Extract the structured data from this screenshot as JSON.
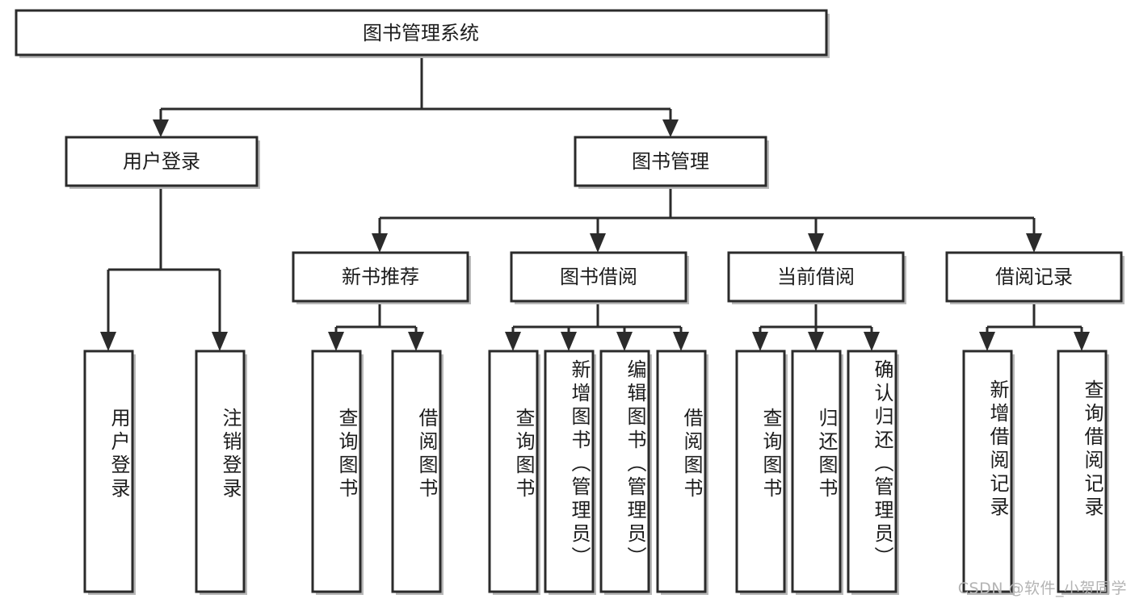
{
  "diagram": {
    "type": "tree-flowchart",
    "orientation": "top-down",
    "title": "图书管理系统",
    "watermark": "CSDN @软件_小贺同学",
    "colors": {
      "node_fill": "#ffffff",
      "node_stroke": "#2b2b2b",
      "edge": "#2b2b2b",
      "text": "#1c1c1c",
      "watermark": "#b4b4b4",
      "background": "#ffffff"
    },
    "levels": {
      "root": {
        "label": "图书管理系统"
      },
      "level2": [
        {
          "id": "user-login",
          "label": "用户登录"
        },
        {
          "id": "book-management",
          "label": "图书管理"
        }
      ],
      "level3": [
        {
          "id": "new-book-recommend",
          "label": "新书推荐",
          "parent": "book-management"
        },
        {
          "id": "book-borrow",
          "label": "图书借阅",
          "parent": "book-management"
        },
        {
          "id": "current-borrow",
          "label": "当前借阅",
          "parent": "book-management"
        },
        {
          "id": "borrow-record",
          "label": "借阅记录",
          "parent": "book-management"
        }
      ],
      "leaves": [
        {
          "id": "leaf-user-login",
          "label": "用户登录",
          "parent": "user-login"
        },
        {
          "id": "leaf-logout-login",
          "label": "注销登录",
          "parent": "user-login"
        },
        {
          "id": "leaf-query-book-1",
          "label": "查询图书",
          "parent": "new-book-recommend"
        },
        {
          "id": "leaf-borrow-book-1",
          "label": "借阅图书",
          "parent": "new-book-recommend"
        },
        {
          "id": "leaf-query-book-2",
          "label": "查询图书",
          "parent": "book-borrow"
        },
        {
          "id": "leaf-add-book",
          "label": "新增图书（管理员）",
          "parent": "book-borrow"
        },
        {
          "id": "leaf-edit-book",
          "label": "编辑图书（管理员）",
          "parent": "book-borrow"
        },
        {
          "id": "leaf-borrow-book-2",
          "label": "借阅图书",
          "parent": "book-borrow"
        },
        {
          "id": "leaf-query-book-3",
          "label": "查询图书",
          "parent": "current-borrow"
        },
        {
          "id": "leaf-return-book",
          "label": "归还图书",
          "parent": "current-borrow"
        },
        {
          "id": "leaf-confirm-return",
          "label": "确认归还（管理员）",
          "parent": "current-borrow"
        },
        {
          "id": "leaf-add-record",
          "label": "新增借阅记录",
          "parent": "borrow-record"
        },
        {
          "id": "leaf-query-record",
          "label": "查询借阅记录",
          "parent": "borrow-record"
        }
      ]
    }
  }
}
